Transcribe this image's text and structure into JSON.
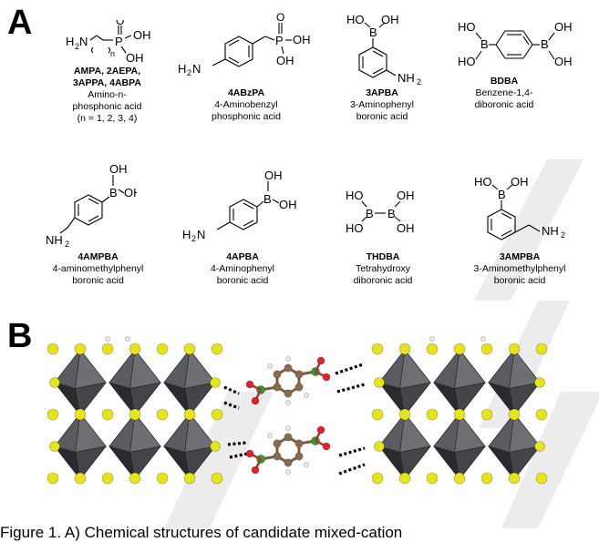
{
  "panel_a": {
    "letter": "A",
    "molecules": [
      {
        "code": "AMPA, 2AEPA, 3APPA, 4ABPA",
        "name": "Amino-n-phosphonic acid",
        "note": "(n = 1, 2, 3, 4)"
      },
      {
        "code": "4ABzPA",
        "name": "4-Aminobenzyl phosphonic acid"
      },
      {
        "code": "3APBA",
        "name": "3-Aminophenyl boronic acid"
      },
      {
        "code": "BDBA",
        "name": "Benzene-1,4-diboronic acid"
      },
      {
        "code": "4AMPBA",
        "name": "4-aminomethylphenyl boronic acid"
      },
      {
        "code": "4APBA",
        "name": "4-Aminophenyl boronic acid"
      },
      {
        "code": "THDBA",
        "name": "Tetrahydroxy diboronic acid"
      },
      {
        "code": "3AMPBA",
        "name": "3-Aminomethylphenyl boronic acid"
      }
    ]
  },
  "panel_b": {
    "letter": "B"
  },
  "caption": "Figure 1. A) Chemical structures of candidate mixed-cation",
  "colors": {
    "octahedron": "#3c3d42",
    "halide": "#e8e41a",
    "carbon": "#8a6a4e",
    "boron": "#2aa02a",
    "oxygen": "#e0202a",
    "hydrogen": "#f2e8e8",
    "hbond": "#000000",
    "watermark": "#e6e6e6"
  },
  "icons": [
    "structure-formula-icon",
    "crystal-structure-icon"
  ]
}
